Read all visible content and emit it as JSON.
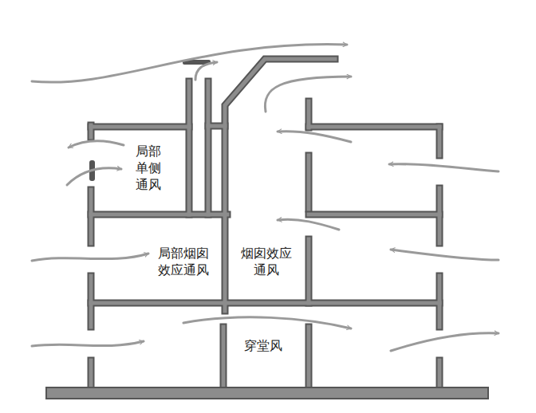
{
  "diagram": {
    "labels": [
      "局部单侧通风",
      "局部烟囱效应通风",
      "烟囱效应通风",
      "穿堂风"
    ]
  }
}
